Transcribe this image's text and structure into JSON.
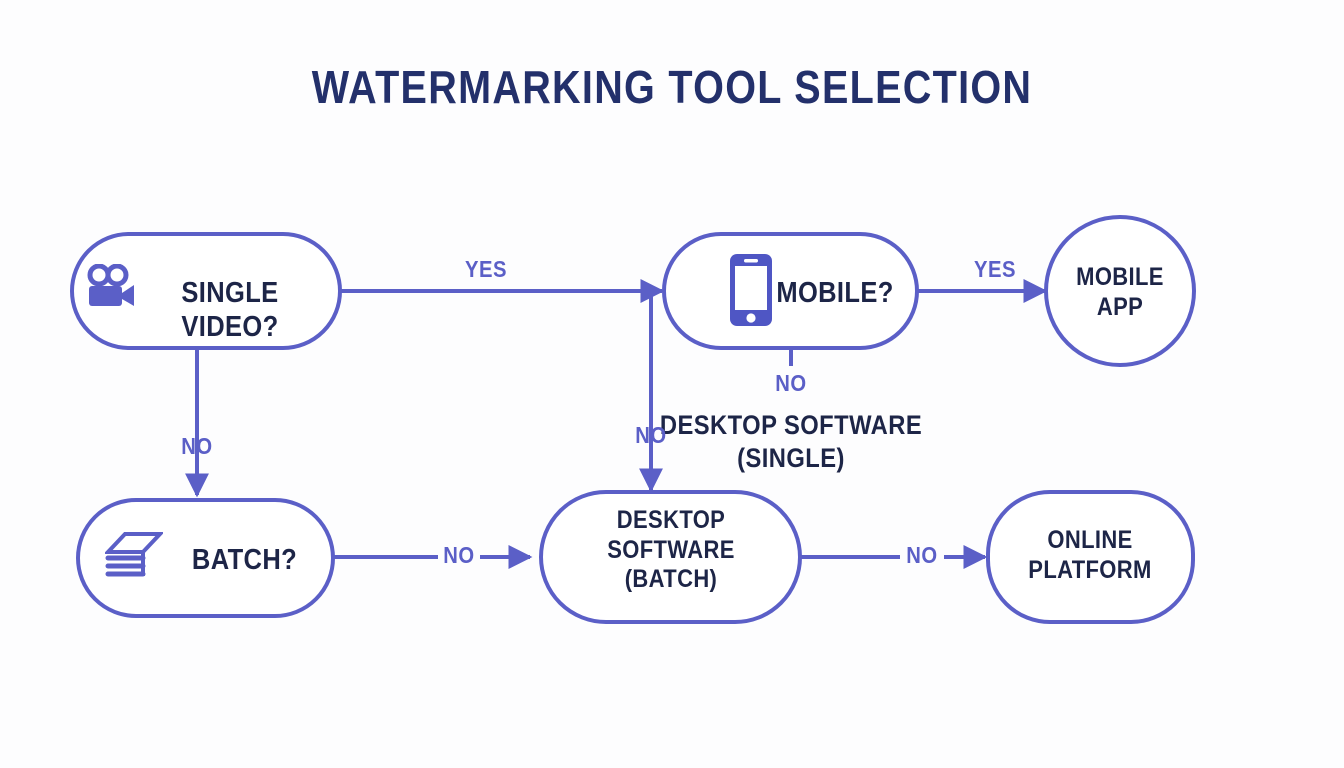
{
  "title": "WATERMARKING TOOL SELECTION",
  "theme": {
    "background": "#fdfdfe",
    "accent": "#5b5fc7",
    "title_color": "#23306b",
    "node_text_color": "#1d2547",
    "node_fill": "#ffffff"
  },
  "nodes": {
    "single_video": {
      "label": "SINGLE VIDEO?",
      "icon": "video-camera-icon",
      "shape": "pill"
    },
    "mobile": {
      "label": "MOBILE?",
      "icon": "smartphone-icon",
      "shape": "pill"
    },
    "mobile_app": {
      "label": "MOBILE\nAPP",
      "shape": "circle"
    },
    "batch": {
      "label": "BATCH?",
      "icon": "layers-icon",
      "shape": "pill"
    },
    "desktop_batch": {
      "label": "DESKTOP\nSOFTWARE\n(BATCH)",
      "shape": "pill"
    },
    "online_platform": {
      "label": "ONLINE\nPLATFORM",
      "shape": "pill"
    },
    "desktop_single": {
      "label": "DESKTOP SOFTWARE\n(SINGLE)",
      "shape": "text"
    }
  },
  "edges": [
    {
      "from": "single_video",
      "to": "mobile",
      "label": "YES"
    },
    {
      "from": "single_video",
      "to": "batch",
      "label": "NO"
    },
    {
      "from": "mobile",
      "to": "mobile_app",
      "label": "YES"
    },
    {
      "from": "mobile",
      "to": "desktop_single",
      "label": "NO"
    },
    {
      "from": "yes_branch",
      "to": "desktop_batch",
      "label": "NO"
    },
    {
      "from": "batch",
      "to": "desktop_batch",
      "label": "NO"
    },
    {
      "from": "desktop_batch",
      "to": "online_platform",
      "label": "NO"
    }
  ],
  "edge_labels": {
    "yes_1": "YES",
    "yes_2": "YES",
    "no_single_video": "NO",
    "no_mobile": "NO",
    "no_branch": "NO",
    "no_batch": "NO",
    "no_desktop": "NO"
  }
}
